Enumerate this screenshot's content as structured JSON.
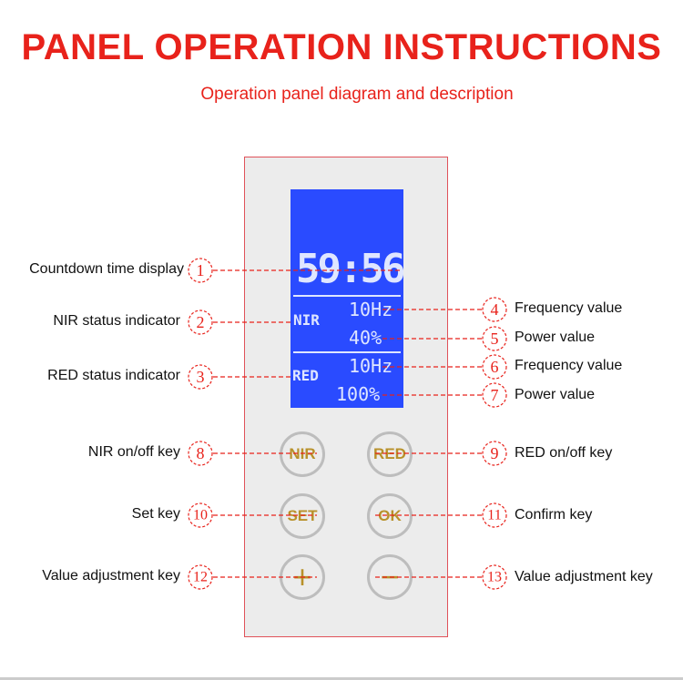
{
  "header": {
    "title": "PANEL OPERATION INSTRUCTIONS",
    "subtitle": "Operation panel diagram and description"
  },
  "display": {
    "time": "59:56",
    "nir_label": "NIR",
    "red_label": "RED",
    "nir_frequency": "10Hz",
    "nir_power": "40%",
    "red_frequency": "10Hz",
    "red_power": "100%"
  },
  "keys": {
    "nir": "NIR",
    "red": "RED",
    "set": "SET",
    "ok": "OK",
    "plus": "+",
    "minus": "−"
  },
  "callouts": [
    {
      "num": "1",
      "label": "Countdown time display"
    },
    {
      "num": "2",
      "label": "NIR status indicator"
    },
    {
      "num": "3",
      "label": "RED status indicator"
    },
    {
      "num": "4",
      "label": "Frequency value"
    },
    {
      "num": "5",
      "label": "Power value"
    },
    {
      "num": "6",
      "label": "Frequency value"
    },
    {
      "num": "7",
      "label": "Power value"
    },
    {
      "num": "8",
      "label": "NIR on/off key"
    },
    {
      "num": "9",
      "label": "RED on/off key"
    },
    {
      "num": "10",
      "label": "Set key"
    },
    {
      "num": "11",
      "label": "Confirm key"
    },
    {
      "num": "12",
      "label": "Value adjustment key"
    },
    {
      "num": "13",
      "label": "Value adjustment key"
    }
  ],
  "colors": {
    "accent": "#e8221b",
    "lcd_background": "#2a4bff",
    "key_text": "#b8912a"
  }
}
